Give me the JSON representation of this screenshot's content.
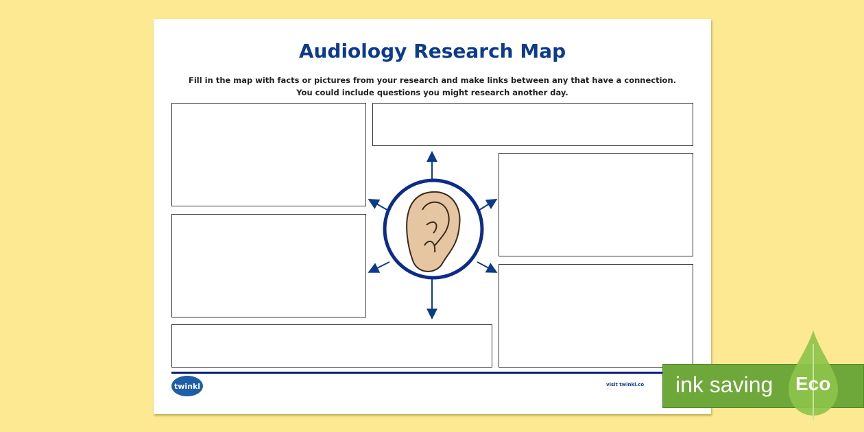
{
  "title": "Audiology Research Map",
  "instructions": [
    "Fill in the map with facts or pictures from your research and make links between any that have a connection.",
    "You could include questions you might research another day."
  ],
  "footer": {
    "logo": "twinkl",
    "visit": "visit twinkl.co"
  },
  "badge": {
    "label": "ink saving",
    "eco": "Eco",
    "color": "#6fa83a"
  },
  "colors": {
    "accent": "#0d3b8c",
    "background": "#fde992"
  },
  "center_image": "ear-illustration"
}
